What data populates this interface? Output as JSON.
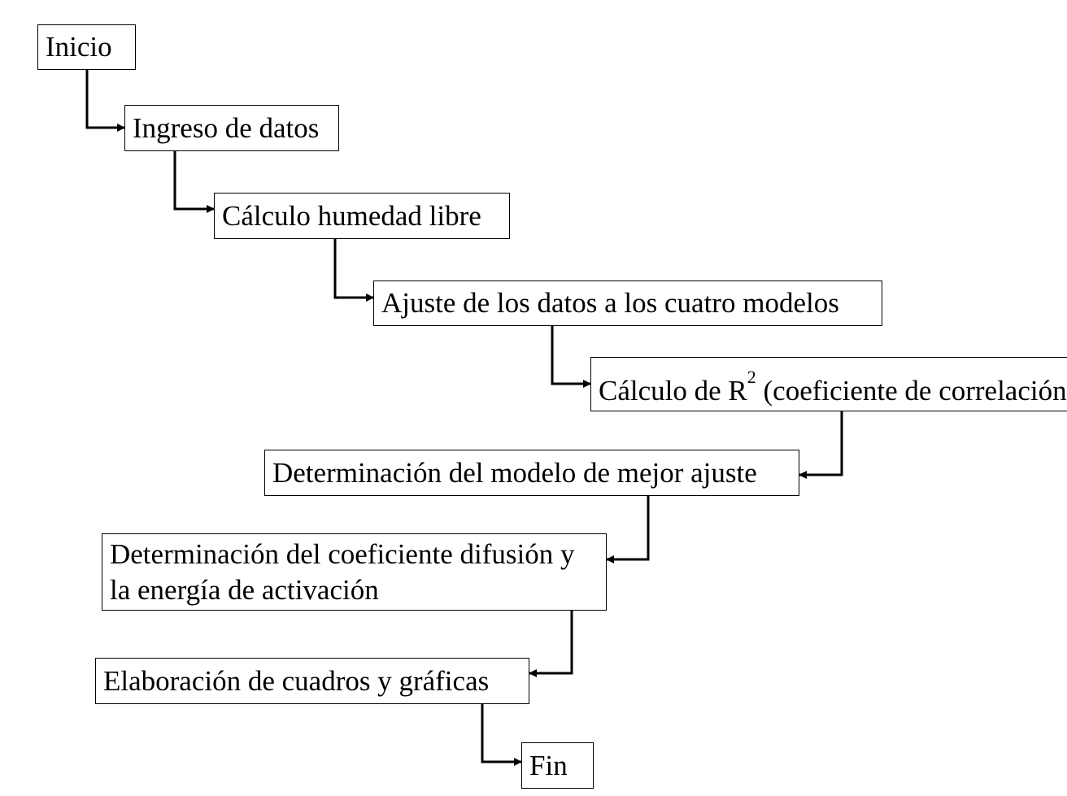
{
  "nodes": {
    "start": "Inicio",
    "input_data": "Ingreso de datos",
    "free_moisture": "Cálculo humedad libre",
    "model_fit": "Ajuste de los datos a los cuatro modelos",
    "r2_prefix": "Cálculo de R",
    "r2_superscript": "2",
    "r2_suffix": " (coeficiente de correlación)",
    "best_model": "Determinación del modelo de mejor ajuste",
    "diffusion_line1": "Determinación del coeficiente difusión y",
    "diffusion_line2": "la energía de activación",
    "tables_graphs": "Elaboración de cuadros y gráficas",
    "end": "Fin"
  },
  "colors": {
    "stroke": "#000000",
    "background": "#ffffff"
  }
}
